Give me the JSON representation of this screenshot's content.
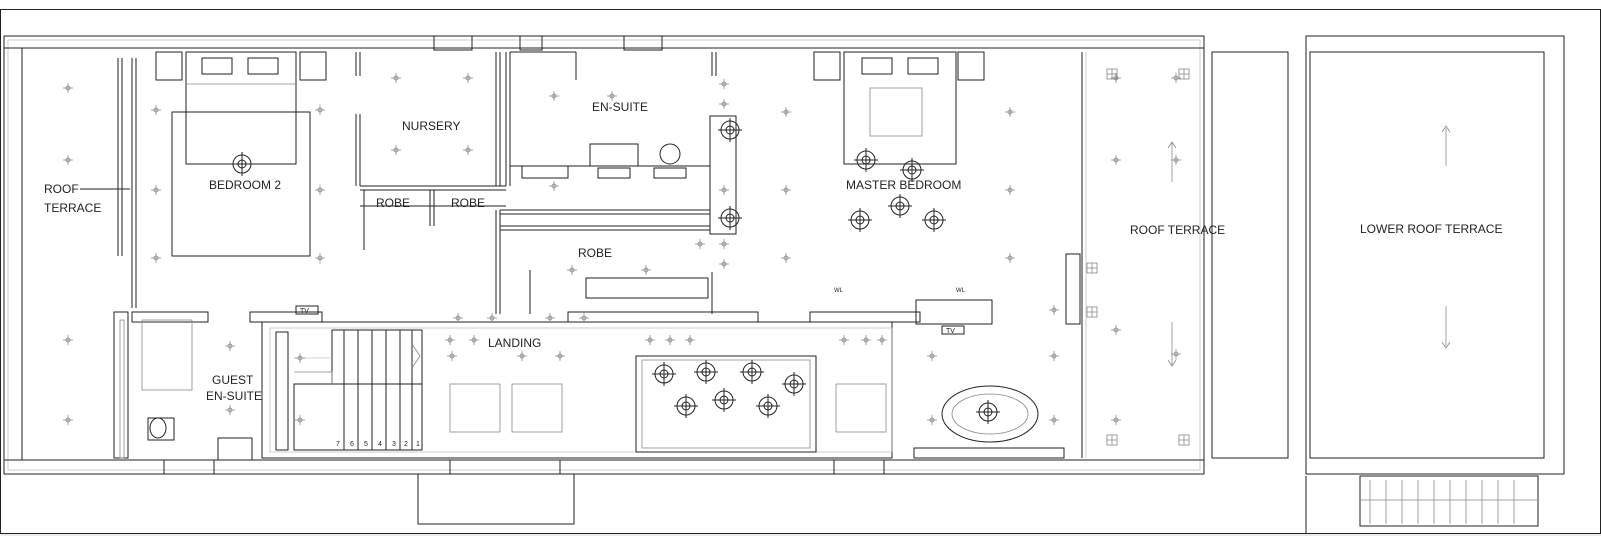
{
  "plan": {
    "rooms": {
      "roof_terrace_left": "ROOF\nTERRACE",
      "bedroom2": "BEDROOM 2",
      "nursery": "NURSERY",
      "ensuite": "EN-SUITE",
      "robe1": "ROBE",
      "robe2": "ROBE",
      "robe3": "ROBE",
      "master_bedroom": "MASTER BEDROOM",
      "roof_terrace_right": "ROOF TERRACE",
      "lower_roof_terrace": "LOWER ROOF TERRACE",
      "landing": "LANDING",
      "guest_ensuite": "GUEST\nEN-SUITE"
    },
    "tags": {
      "tv1": "TV",
      "tv2": "TV",
      "wl1": "WL",
      "wl2": "WL"
    },
    "stair_numbers": [
      "7",
      "6",
      "5",
      "4",
      "3",
      "2",
      "1"
    ],
    "icons": {
      "downlight": "downlight-icon",
      "pendant": "pendant-light-icon",
      "wall_light": "wall-light-icon",
      "arrow": "fall-arrow-icon"
    }
  }
}
